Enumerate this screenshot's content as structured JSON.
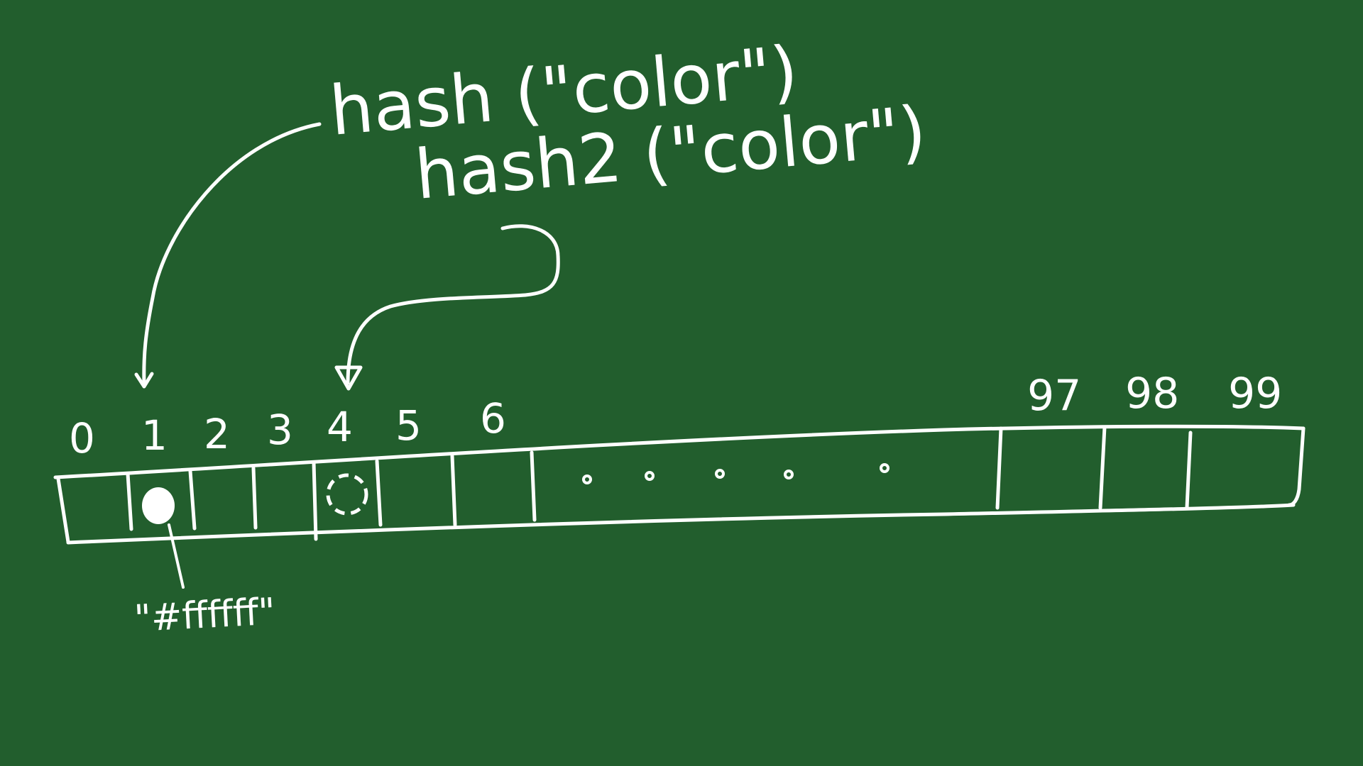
{
  "background_color": "#225e2d",
  "chalk_color": "#ffffff",
  "expressions": {
    "hash1": "hash (\"color\")",
    "hash2": "hash2 (\"color\")"
  },
  "array": {
    "index_labels_left": [
      "0",
      "1",
      "2",
      "3",
      "4",
      "5",
      "6"
    ],
    "index_labels_right": [
      "97",
      "98",
      "99"
    ],
    "ellipsis_dots": 5
  },
  "stored_value": "\"#ffffff\"",
  "icons": {
    "filled_slot": "filled-circle-marker",
    "empty_slot": "dashed-circle-marker"
  }
}
